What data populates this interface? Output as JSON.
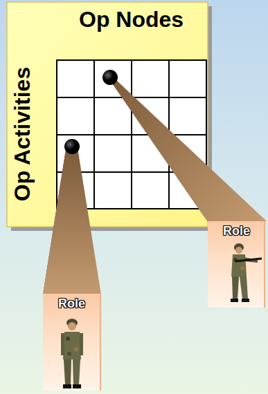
{
  "diagram": {
    "nodes": [
      {
        "text": [
          "Op Nodes",
          "Op Activities"
        ]
      },
      {
        "text": [
          "Role"
        ]
      },
      {
        "text": [
          "Role"
        ]
      }
    ]
  }
}
